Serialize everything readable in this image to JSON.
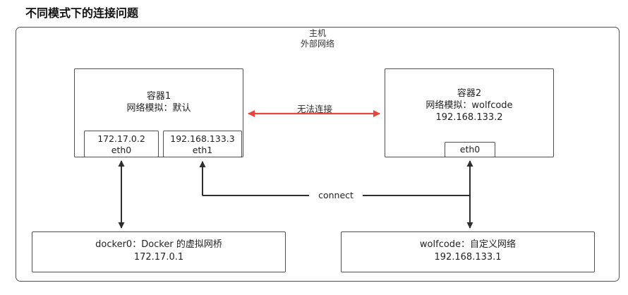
{
  "title": "不同模式下的连接问题",
  "host": {
    "line1": "主机",
    "line2": "外部网络"
  },
  "container1": {
    "title": "容器1",
    "mode": "网络模拟：默认",
    "interfaces": [
      {
        "ip": "172.17.0.2",
        "name": "eth0"
      },
      {
        "ip": "192.168.133.3",
        "name": "eth1"
      }
    ]
  },
  "container2": {
    "title": "容器2",
    "mode": "网络模拟：wolfcode",
    "ip": "192.168.133.2",
    "interfaces": [
      {
        "name": "eth0"
      }
    ]
  },
  "labels": {
    "no_connection": "无法连接",
    "connect": "connect"
  },
  "docker0": {
    "title": "docker0：Docker 的虚拟网桥",
    "ip": "172.17.0.1"
  },
  "wolfcode": {
    "title": "wolfcode：自定义网络",
    "ip": "192.168.133.1"
  },
  "colors": {
    "line": "#2e2e2e",
    "box_border": "#4f4f4f",
    "error_red": "#e8463c"
  }
}
